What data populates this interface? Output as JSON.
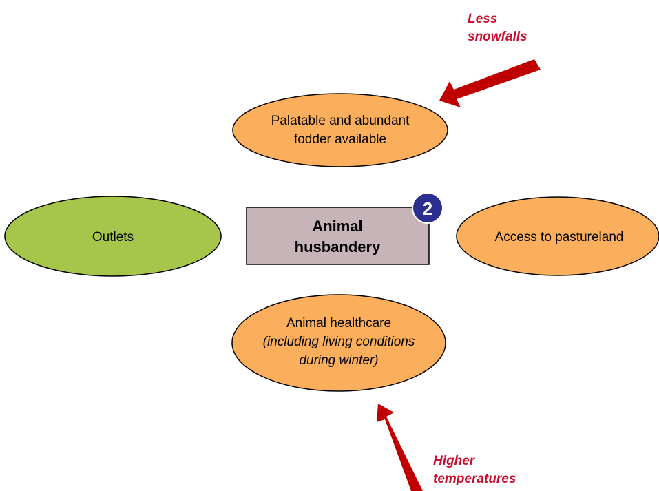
{
  "colors": {
    "orange_fill": "#FBAE5C",
    "green_fill": "#A5C64A",
    "center_fill": "#C7B4B8",
    "arrow_red": "#C00000",
    "text_red": "#C8102E",
    "badge_blue": "#2B2F8F",
    "outline": "#000000"
  },
  "center": {
    "line1": "Animal",
    "line2": "husbandery",
    "badge": "2"
  },
  "nodes": {
    "fodder": {
      "line1": "Palatable and abundant",
      "line2": "fodder available"
    },
    "outlets": {
      "label": "Outlets"
    },
    "pasture": {
      "label": "Access to pastureland"
    },
    "healthcare": {
      "line1": "Animal healthcare",
      "line2": "(including living conditions",
      "line3": "during winter)"
    }
  },
  "factors": {
    "snow": {
      "line1": "Less",
      "line2": "snowfalls"
    },
    "temp": {
      "line1": "Higher",
      "line2": "temperatures"
    }
  },
  "icons": {
    "snow_arrow": "arrow-icon",
    "temp_arrow": "arrow-icon"
  }
}
